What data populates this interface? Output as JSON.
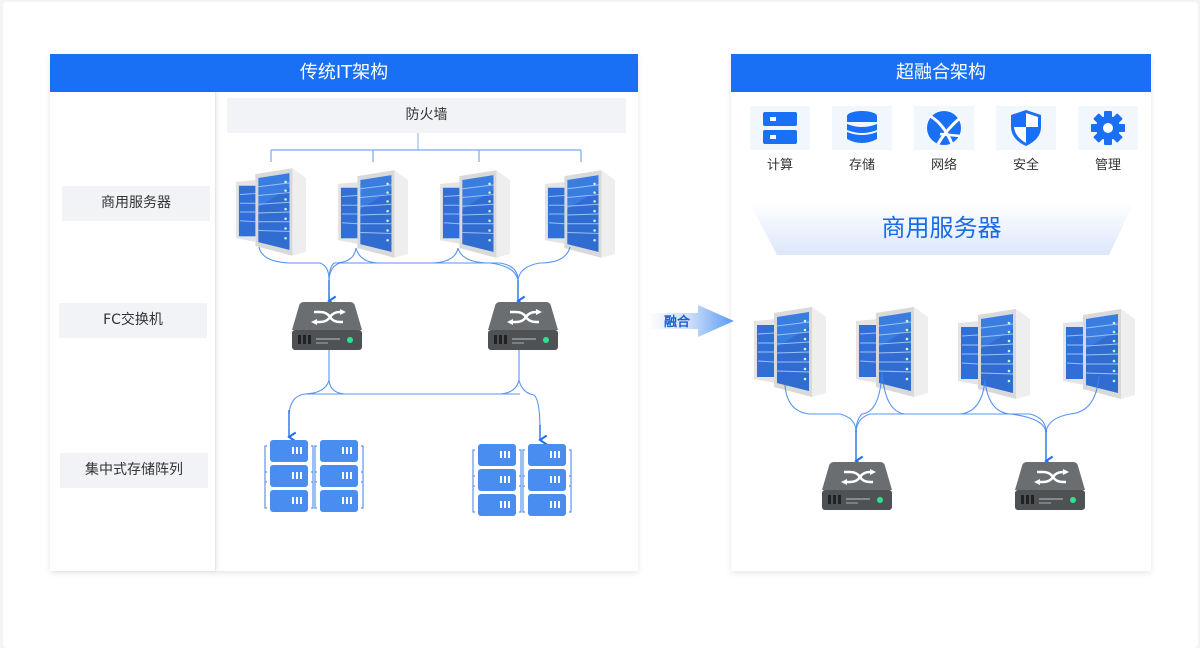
{
  "colors": {
    "header_blue": "#1970f5",
    "line_blue": "#2f7cf0",
    "switch_gray": "#5a5d5f",
    "storage_blue": "#4a8df0",
    "led_green": "#2ee58f"
  },
  "traditional": {
    "title": "传统IT架构",
    "row_labels": [
      "商用服务器",
      "FC交换机",
      "集中式存储阵列"
    ],
    "firewall_label": "防火墙",
    "servers": [
      "server",
      "server",
      "server",
      "server"
    ],
    "switches": [
      "fc-switch",
      "fc-switch"
    ],
    "storage_arrays": [
      "storage-array",
      "storage-array"
    ]
  },
  "arrow": {
    "label": "融合"
  },
  "hyperconverged": {
    "title": "超融合架构",
    "features": [
      {
        "label": "计算",
        "icon": "compute-icon"
      },
      {
        "label": "存储",
        "icon": "storage-icon"
      },
      {
        "label": "网络",
        "icon": "network-icon"
      },
      {
        "label": "安全",
        "icon": "shield-icon"
      },
      {
        "label": "管理",
        "icon": "gear-icon"
      }
    ],
    "banner": "商用服务器",
    "servers": [
      "server",
      "server",
      "server",
      "server"
    ],
    "switches": [
      "switch",
      "switch"
    ]
  }
}
